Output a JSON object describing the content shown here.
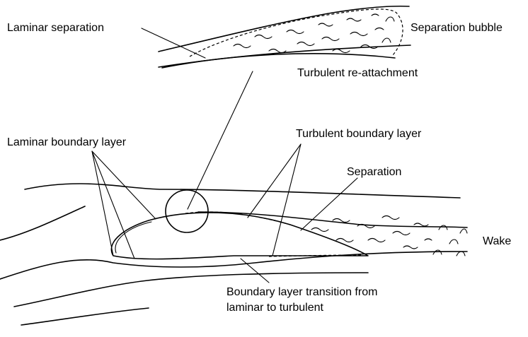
{
  "labels": {
    "laminar_separation": "Laminar separation",
    "separation_bubble": "Separation bubble",
    "turbulent_reattachment": "Turbulent re-attachment",
    "laminar_boundary_layer": "Laminar boundary layer",
    "turbulent_boundary_layer": "Turbulent boundary layer",
    "separation": "Separation",
    "wake": "Wake",
    "transition_line1": "Boundary layer transition from",
    "transition_line2": "laminar to turbulent"
  }
}
